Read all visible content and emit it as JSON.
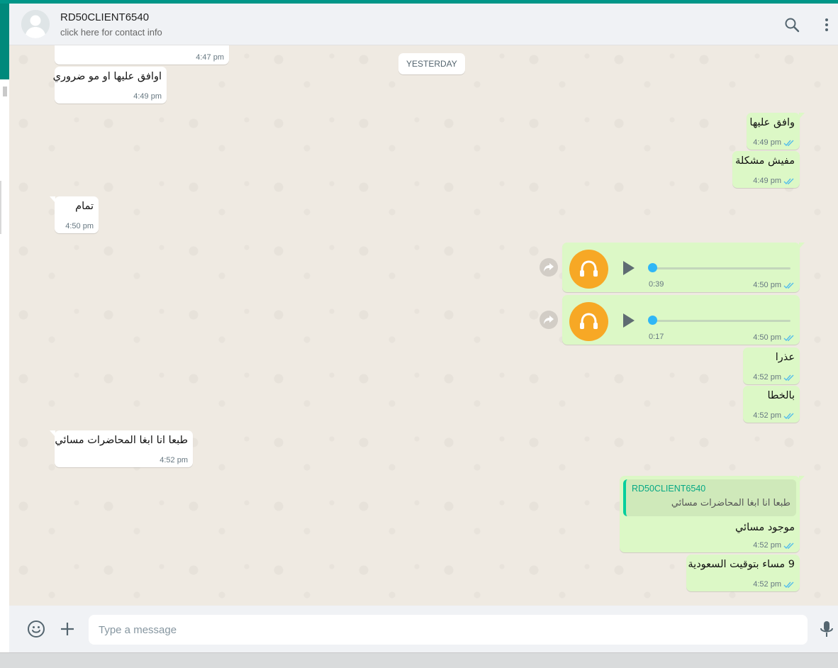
{
  "header": {
    "name": "RD50CLIENT6540",
    "subtitle": "click here for contact info"
  },
  "chat": {
    "date_label": "YESTERDAY",
    "messages": [
      {
        "dir": "in",
        "text": "",
        "time": "4:47 pm"
      },
      {
        "dir": "in",
        "text": "اوافق عليها او مو ضروري",
        "time": "4:49 pm"
      },
      {
        "dir": "out",
        "text": "وافق عليها",
        "time": "4:49 pm"
      },
      {
        "dir": "out",
        "text": "مفيش مشكلة",
        "time": "4:49 pm"
      },
      {
        "dir": "in",
        "text": "تمام",
        "time": "4:50 pm"
      },
      {
        "dir": "out",
        "type": "voice",
        "duration": "0:39",
        "time": "4:50 pm"
      },
      {
        "dir": "out",
        "type": "voice",
        "duration": "0:17",
        "time": "4:50 pm"
      },
      {
        "dir": "out",
        "text": "عذرا",
        "time": "4:52 pm"
      },
      {
        "dir": "out",
        "text": "بالخطا",
        "time": "4:52 pm"
      },
      {
        "dir": "in",
        "text": "طبعا انا ابغا المحاضرات مسائي",
        "time": "4:52 pm"
      },
      {
        "dir": "out",
        "reply_to": {
          "name": "RD50CLIENT6540",
          "text": "طبعا انا ابغا المحاضرات مسائي"
        },
        "text": "موجود مسائي",
        "time": "4:52 pm"
      },
      {
        "dir": "out",
        "text": "9 مساء بتوقيت السعودية",
        "time": "4:52 pm"
      }
    ]
  },
  "composer": {
    "placeholder": "Type a message"
  },
  "colors": {
    "accent": "#009688",
    "outgoing_bubble": "#dcf8c6",
    "incoming_bubble": "#ffffff",
    "voice_avatar": "#f7a825",
    "read_tick": "#53bdeb"
  },
  "icons": [
    "avatar-icon",
    "search-icon",
    "menu-icon",
    "double-check-icon",
    "headphones-icon",
    "play-icon",
    "forward-icon",
    "emoji-icon",
    "plus-icon",
    "mic-icon"
  ]
}
